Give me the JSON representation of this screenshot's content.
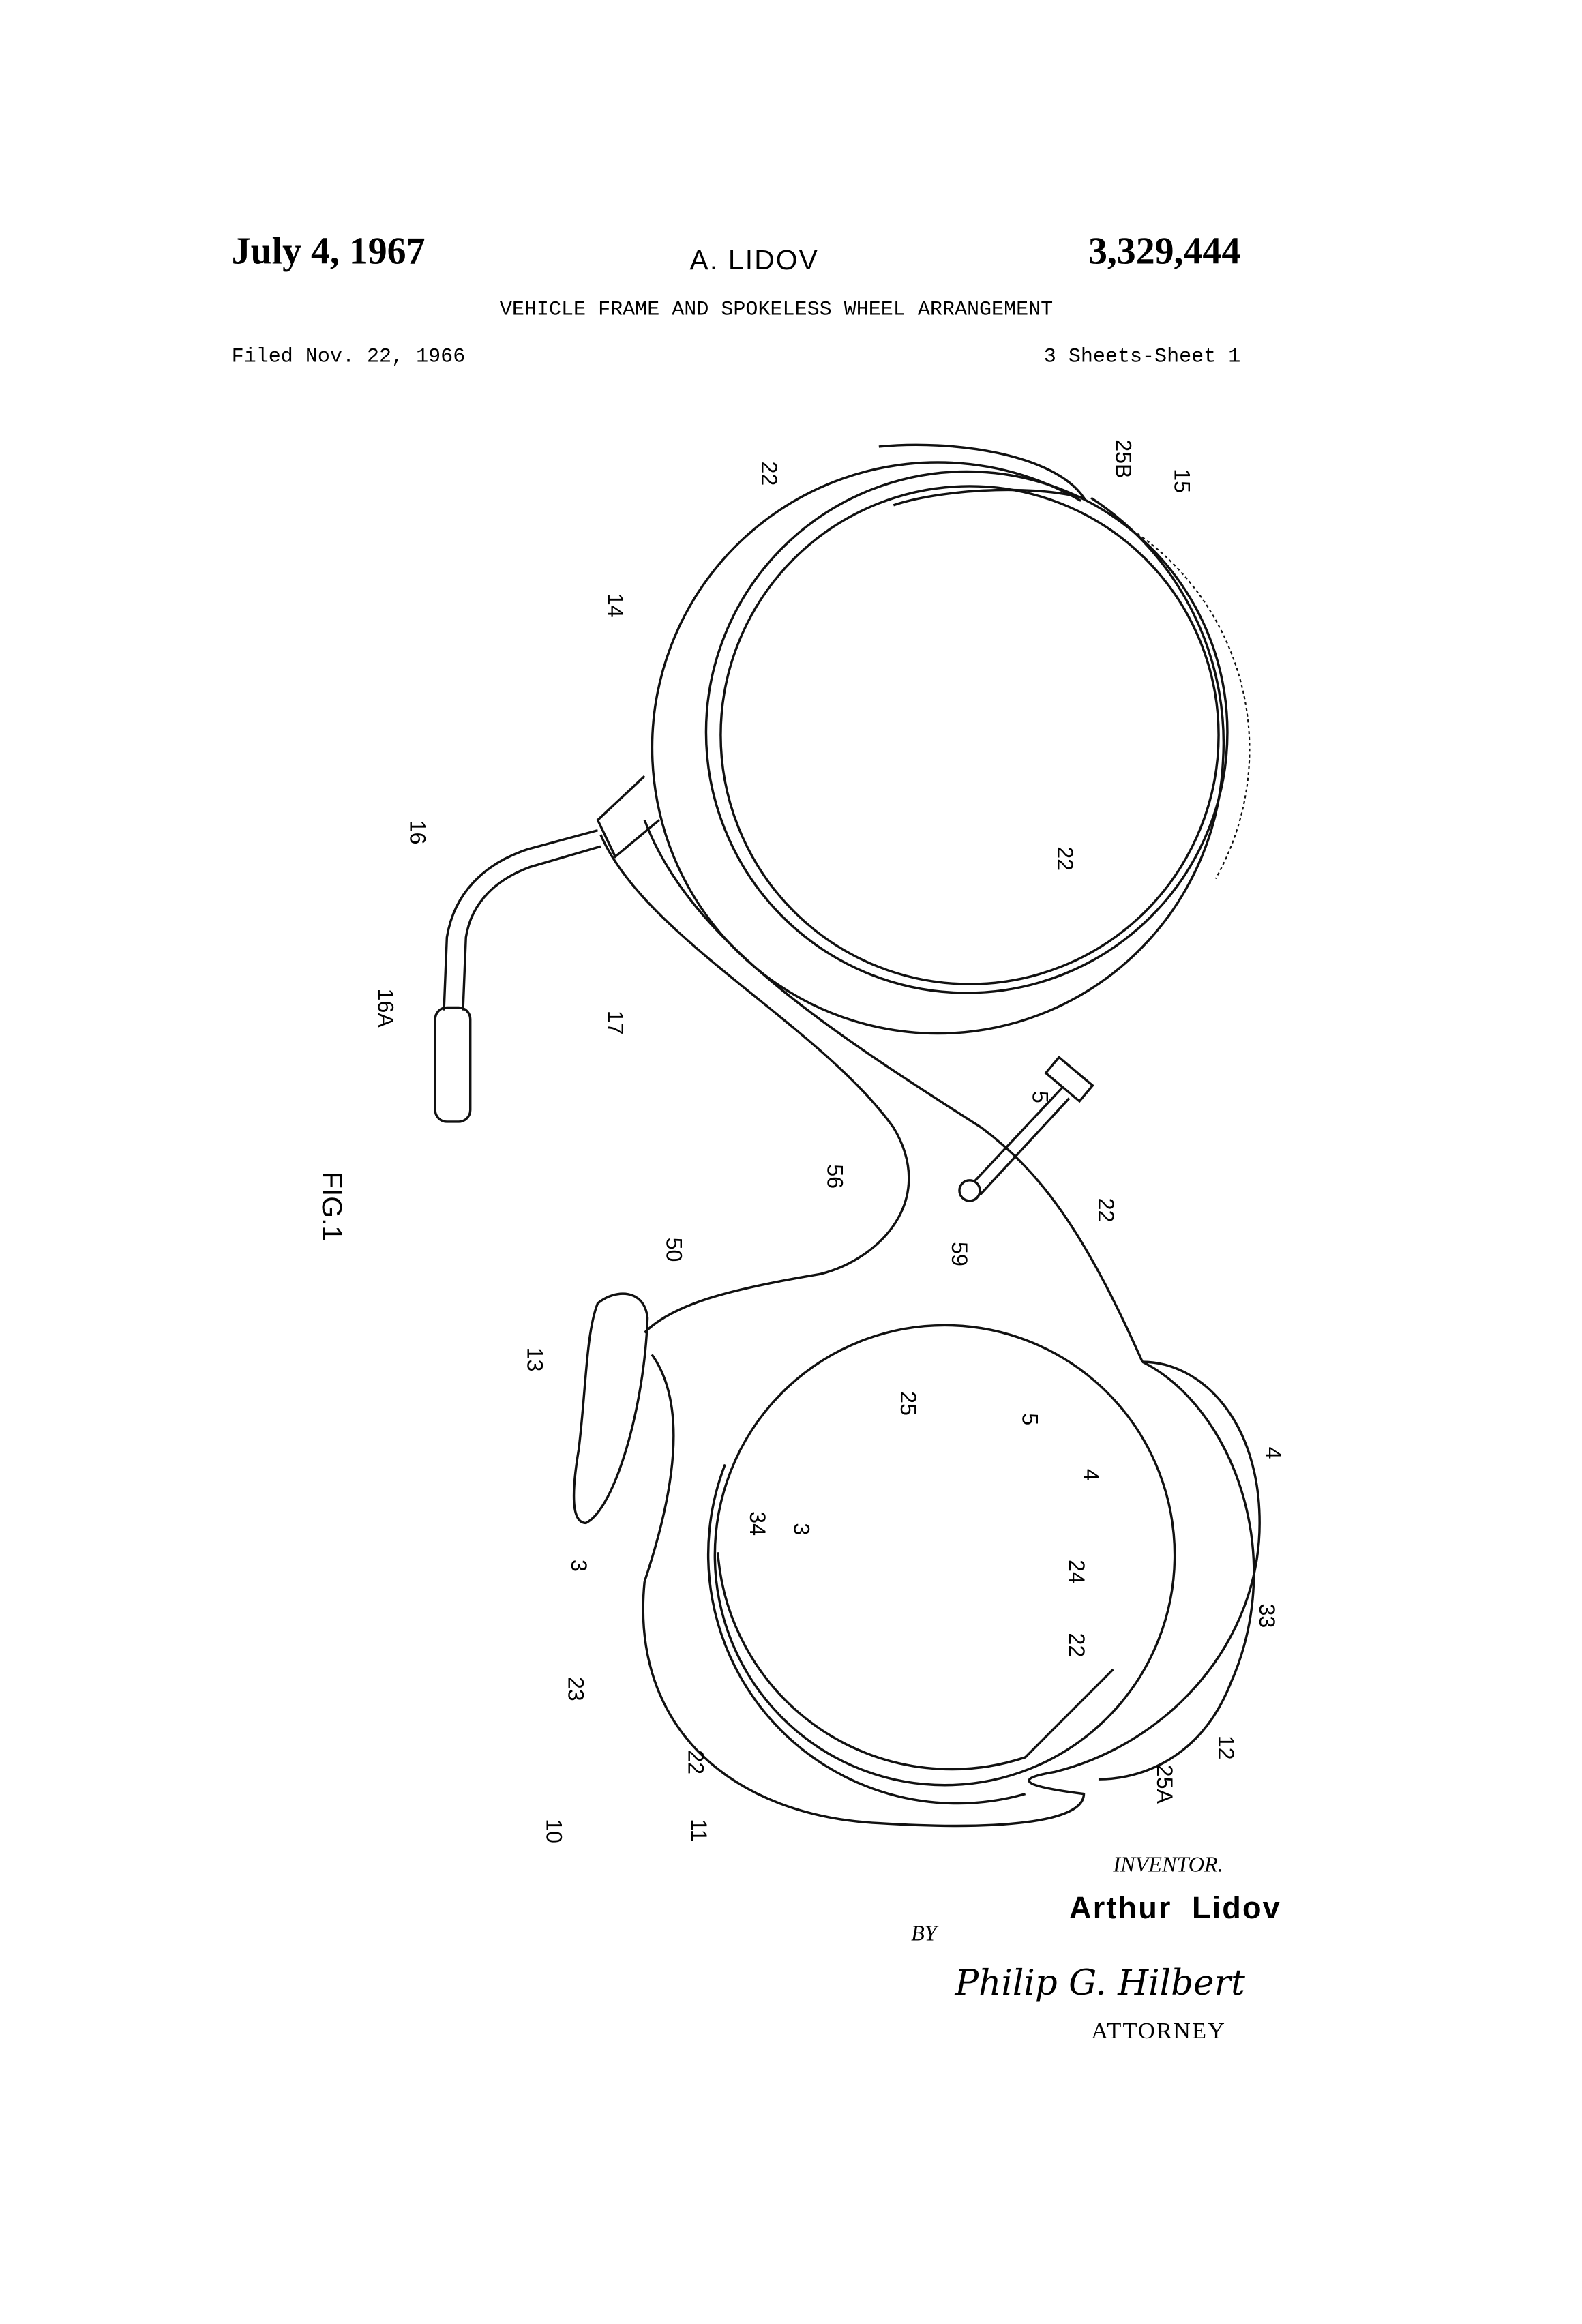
{
  "header": {
    "date": "July 4, 1967",
    "inventor_short": "A. LIDOV",
    "patent_number": "3,329,444",
    "title": "VEHICLE FRAME AND SPOKELESS WHEEL ARRANGEMENT",
    "filed": "Filed Nov. 22, 1966",
    "sheets": "3 Sheets-Sheet 1"
  },
  "figure": {
    "label": "FIG.1",
    "refs": {
      "r22a": "22",
      "r25b": "25B",
      "r15": "15",
      "r14": "14",
      "r16": "16",
      "r16a": "16A",
      "r17": "17",
      "r22b": "22",
      "r5a": "5",
      "r56": "56",
      "r50": "50",
      "r59": "59",
      "r22c": "22",
      "r13": "13",
      "r25": "25",
      "r5b": "5",
      "r4a": "4",
      "r4b": "4",
      "r34": "34",
      "r3a": "3",
      "r3b": "3",
      "r24": "24",
      "r33": "33",
      "r22d": "22",
      "r23": "23",
      "r22e": "22",
      "r25a": "25A",
      "r12": "12",
      "r10": "10",
      "r11": "11"
    }
  },
  "footer": {
    "inventor_label": "INVENTOR.",
    "inventor_name": "Arthur  Lidov",
    "by": "BY",
    "signature": "Philip G. Hilbert",
    "attorney_label": "ATTORNEY"
  }
}
